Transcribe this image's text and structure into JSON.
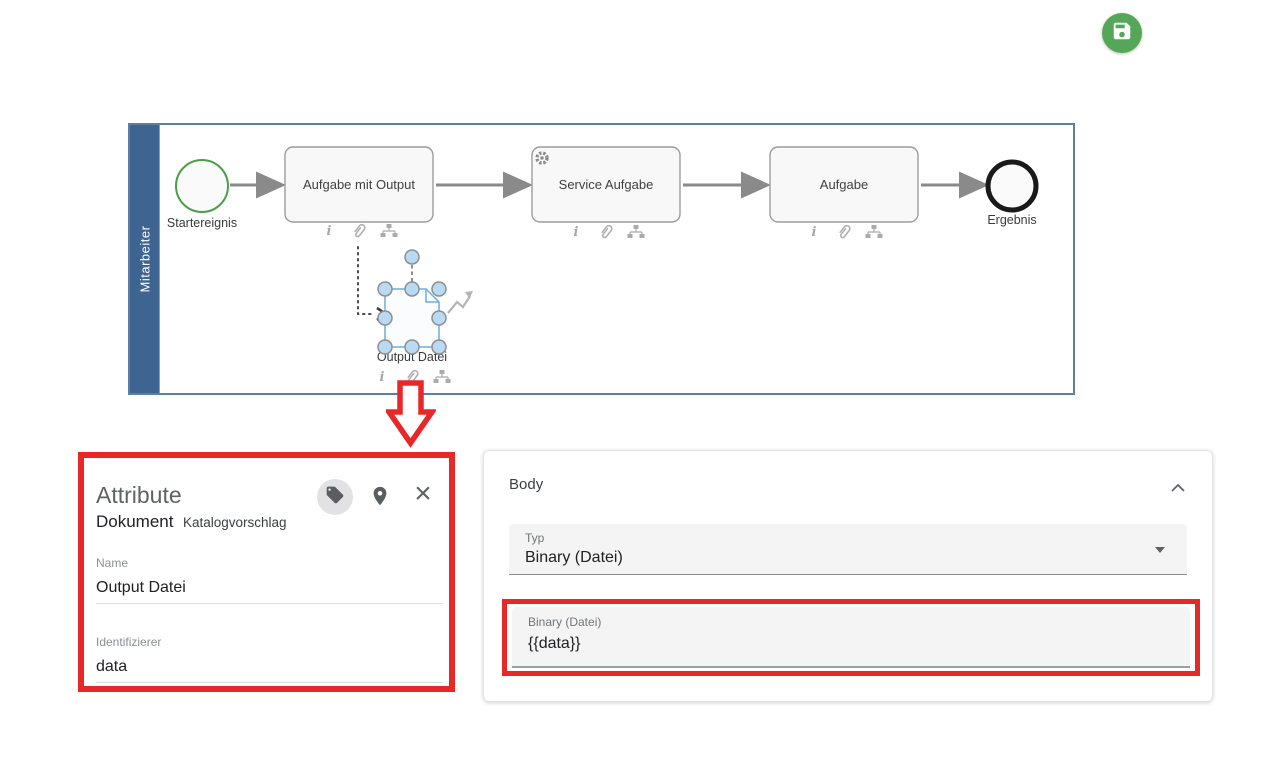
{
  "header": {
    "save_icon": "floppy-disk"
  },
  "colors": {
    "save_green": "#55a757",
    "annotation_red": "#e82828",
    "lane_blue": "#3e6491",
    "start_event_green": "#4a9e4a",
    "data_object_stroke": "#6aaede",
    "selection_handle_fill": "#b8daf2"
  },
  "diagram": {
    "lane_label": "Mitarbeiter",
    "start_event_label": "Startereignis",
    "task_with_output_label": "Aufgabe mit Output",
    "service_task_label": "Service Aufgabe",
    "task_label": "Aufgabe",
    "end_event_label": "Ergebnis",
    "data_object_label": "Output Datei"
  },
  "attribute_panel": {
    "title": "Attribute",
    "element_type": "Dokument",
    "element_subtype": "Katalogvorschlag",
    "close_icon": "close-x",
    "name_field": {
      "label": "Name",
      "value": "Output Datei"
    },
    "identifier_field": {
      "label": "Identifizierer",
      "value": "data"
    }
  },
  "body_panel": {
    "title": "Body",
    "typ_field": {
      "label": "Typ",
      "value": "Binary (Datei)"
    },
    "binary_field": {
      "label": "Binary (Datei)",
      "value": "{{data}}"
    }
  }
}
